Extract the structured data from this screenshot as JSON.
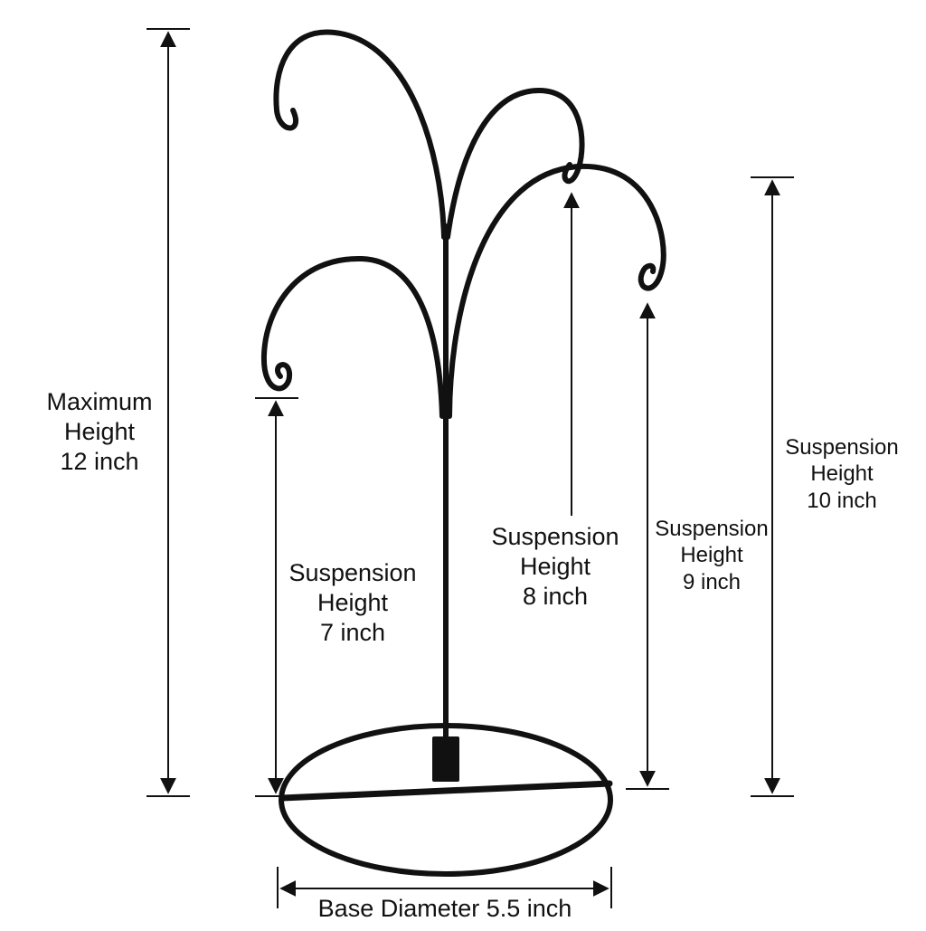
{
  "colors": {
    "stand": "#111111",
    "dimension_line": "#111111",
    "background": "#ffffff"
  },
  "labels": {
    "max_height": {
      "line1": "Maximum",
      "line2": "Height",
      "line3": "12 inch"
    },
    "susp_7": {
      "line1": "Suspension",
      "line2": "Height",
      "line3": "7 inch"
    },
    "susp_8": {
      "line1": "Suspension",
      "line2": "Height",
      "line3": "8 inch"
    },
    "susp_9": {
      "line1": "Suspension",
      "line2": "Height",
      "line3": "9 inch"
    },
    "susp_10": {
      "line1": "Suspension",
      "line2": "Height",
      "line3": "10 inch"
    },
    "base_diameter": "Base Diameter 5.5 inch"
  }
}
